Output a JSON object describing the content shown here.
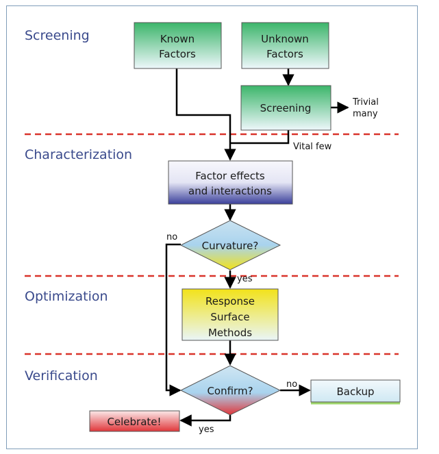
{
  "phases": {
    "screening": "Screening",
    "characterization": "Characterization",
    "optimization": "Optimization",
    "verification": "Verification"
  },
  "nodes": {
    "known_factors": [
      "Known",
      "Factors"
    ],
    "unknown_factors": [
      "Unknown",
      "Factors"
    ],
    "screening": "Screening",
    "factor_effects": [
      "Factor effects",
      "and interactions"
    ],
    "curvature": "Curvature?",
    "rsm": [
      "Response",
      "Surface",
      "Methods"
    ],
    "confirm": "Confirm?",
    "backup": "Backup",
    "celebrate": "Celebrate!"
  },
  "edge_labels": {
    "trivial_many": [
      "Trivial",
      "many"
    ],
    "vital_few": "Vital few",
    "no_curvature": "no",
    "yes_curvature": "yes",
    "no_confirm": "no",
    "yes_confirm": "yes"
  },
  "colors": {
    "phase_text": "#3a4a8c",
    "divider": "#d9332a",
    "green": "#3cb56a",
    "blue": "#3a3f9a",
    "yellow": "#f2e21a",
    "red": "#e0363a"
  }
}
